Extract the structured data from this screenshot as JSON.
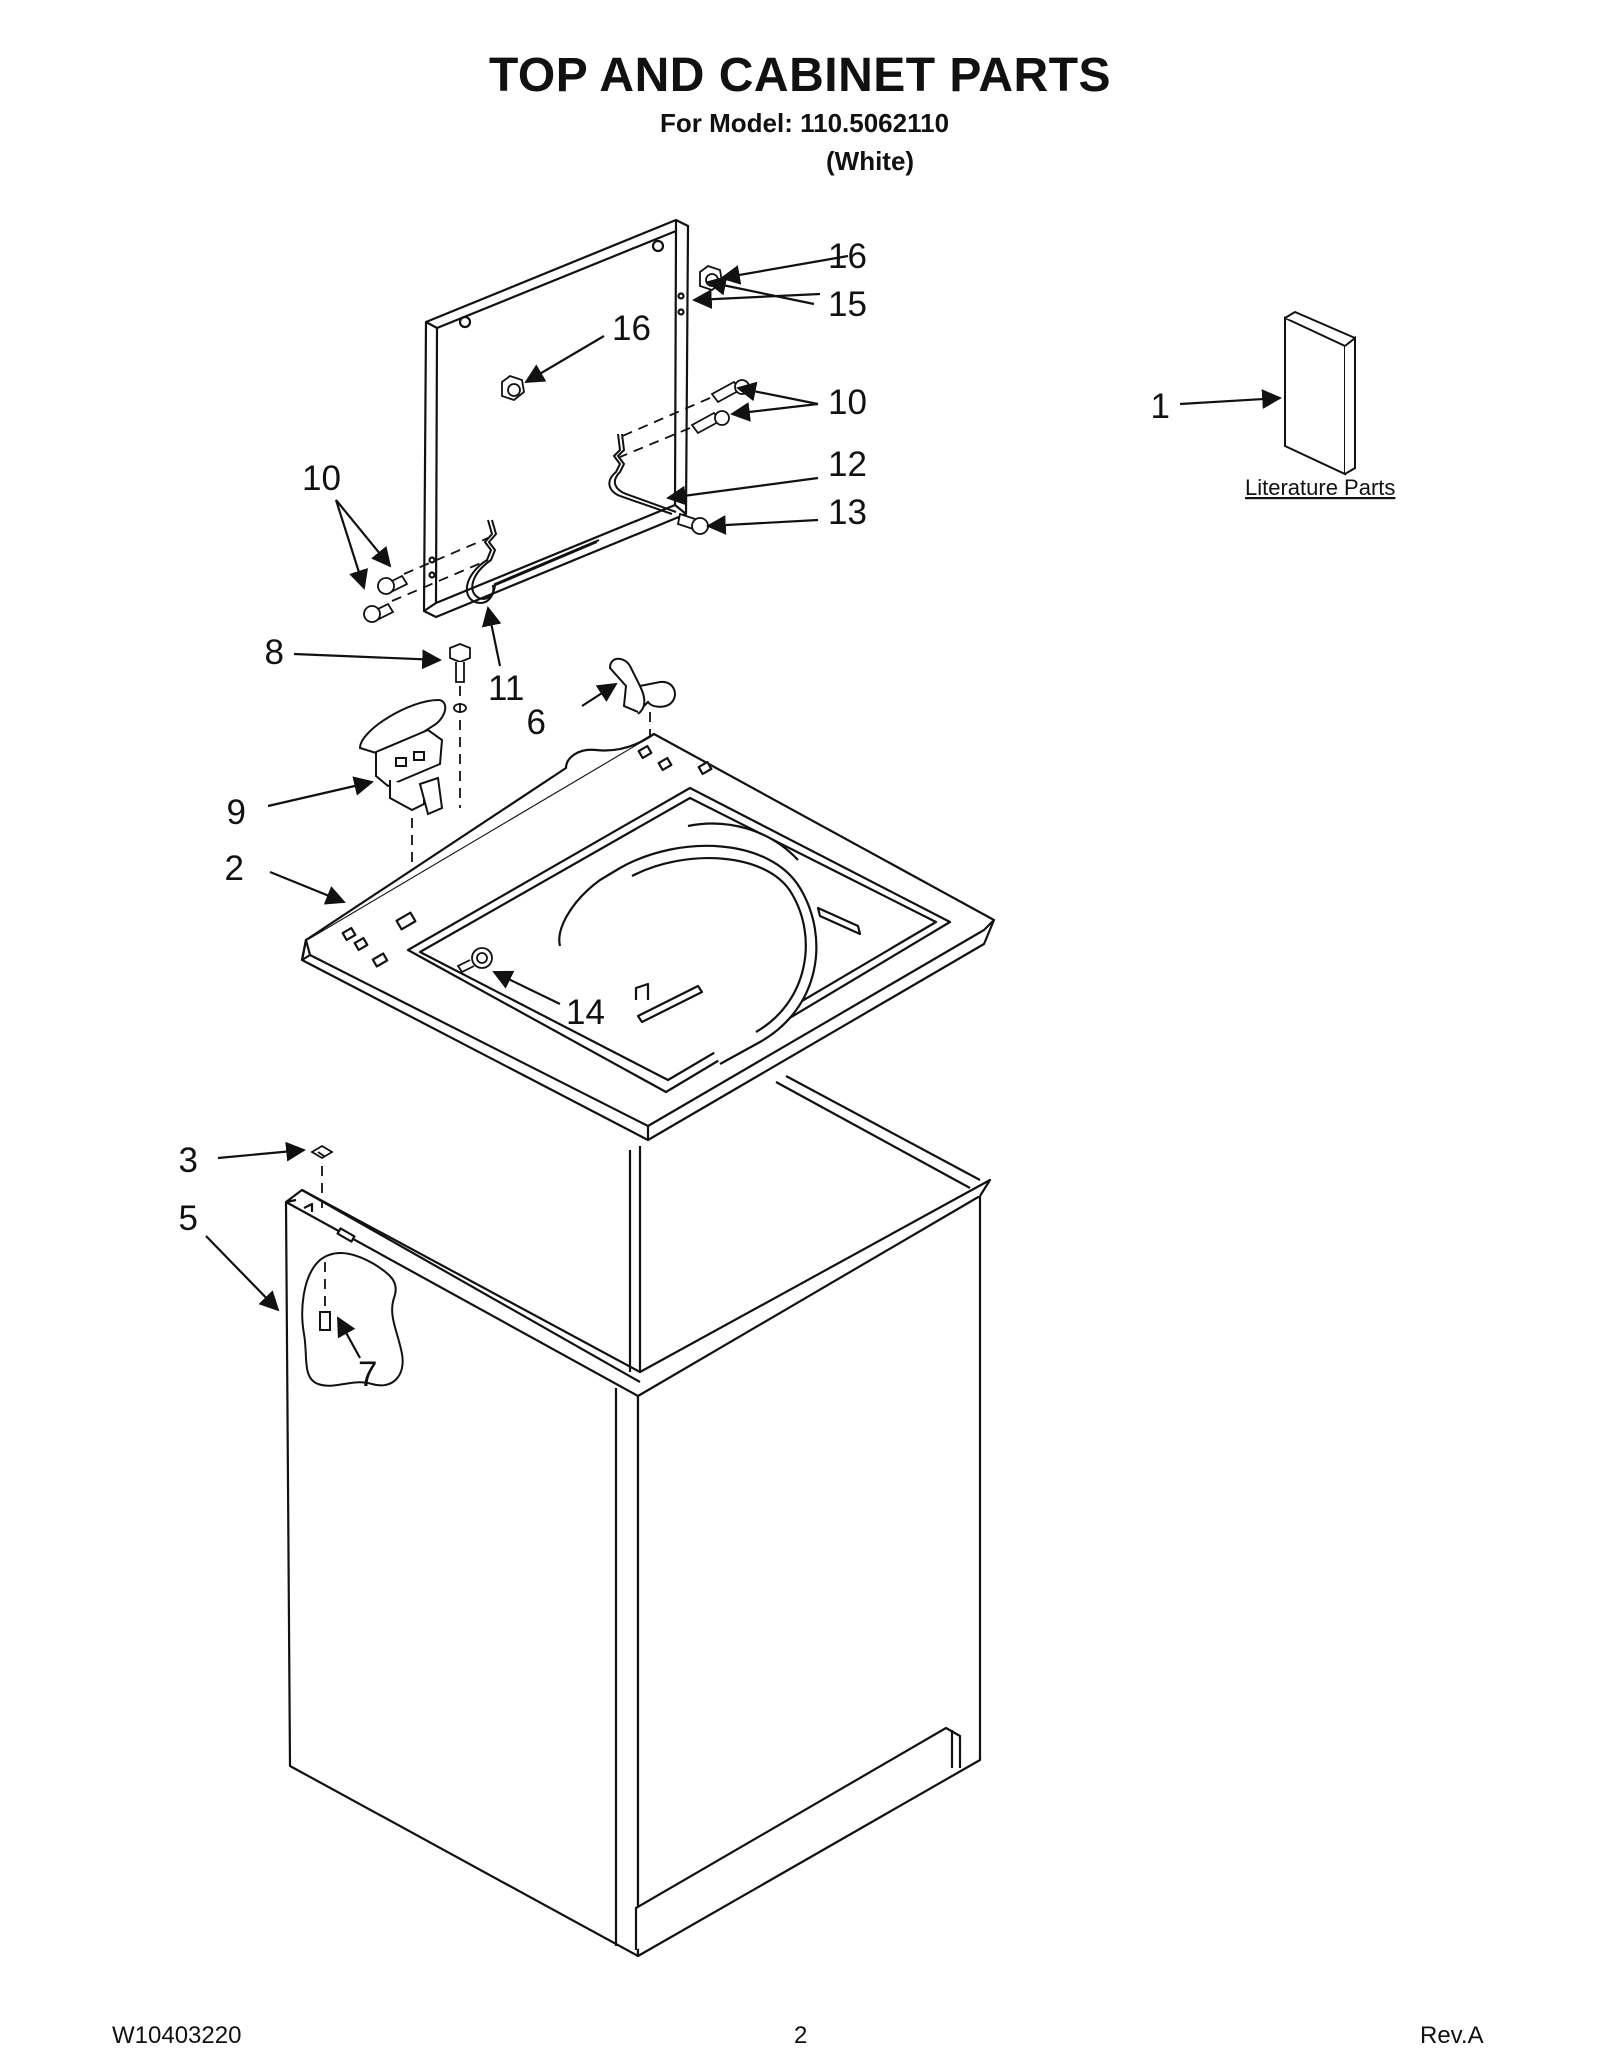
{
  "header": {
    "title": "TOP AND CABINET PARTS",
    "model_line": "For Model: 110.5062110",
    "variant": "(White)"
  },
  "literature": {
    "label": "Literature Parts"
  },
  "callouts": {
    "c1": "1",
    "c2": "2",
    "c3": "3",
    "c5": "5",
    "c6": "6",
    "c7": "7",
    "c8": "8",
    "c9": "9",
    "c10a": "10",
    "c10b": "10",
    "c11": "11",
    "c12": "12",
    "c13": "13",
    "c14": "14",
    "c15": "15",
    "c16a": "16",
    "c16b": "16"
  },
  "footer": {
    "doc_number": "W10403220",
    "page": "2",
    "revision": "Rev.A"
  }
}
